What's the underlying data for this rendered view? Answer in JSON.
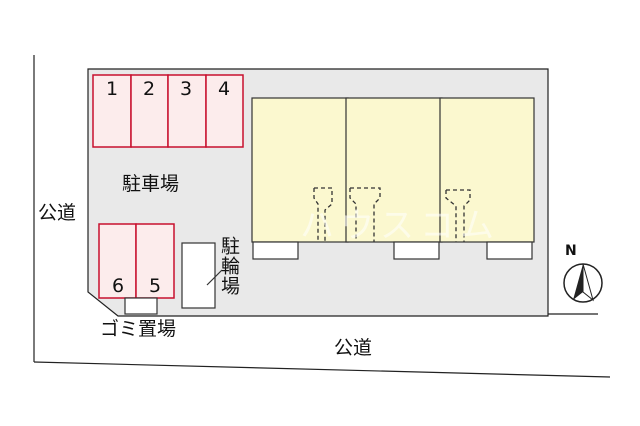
{
  "labels": {
    "public_road_left": "公道",
    "public_road_bottom": "公道",
    "car_parking": "駐車場",
    "bicycle_parking": "駐輪場",
    "garbage_area": "ゴミ置場"
  },
  "parking_slots": [
    "1",
    "2",
    "3",
    "4",
    "6",
    "5"
  ],
  "compass": {
    "north_label": "N"
  },
  "watermark": "ハウスコム",
  "colors": {
    "lot": "#e9e9e9",
    "building": "#fbf8cf",
    "parking_fill": "#fcecec",
    "parking_border": "#c8102e",
    "line": "#222222"
  }
}
